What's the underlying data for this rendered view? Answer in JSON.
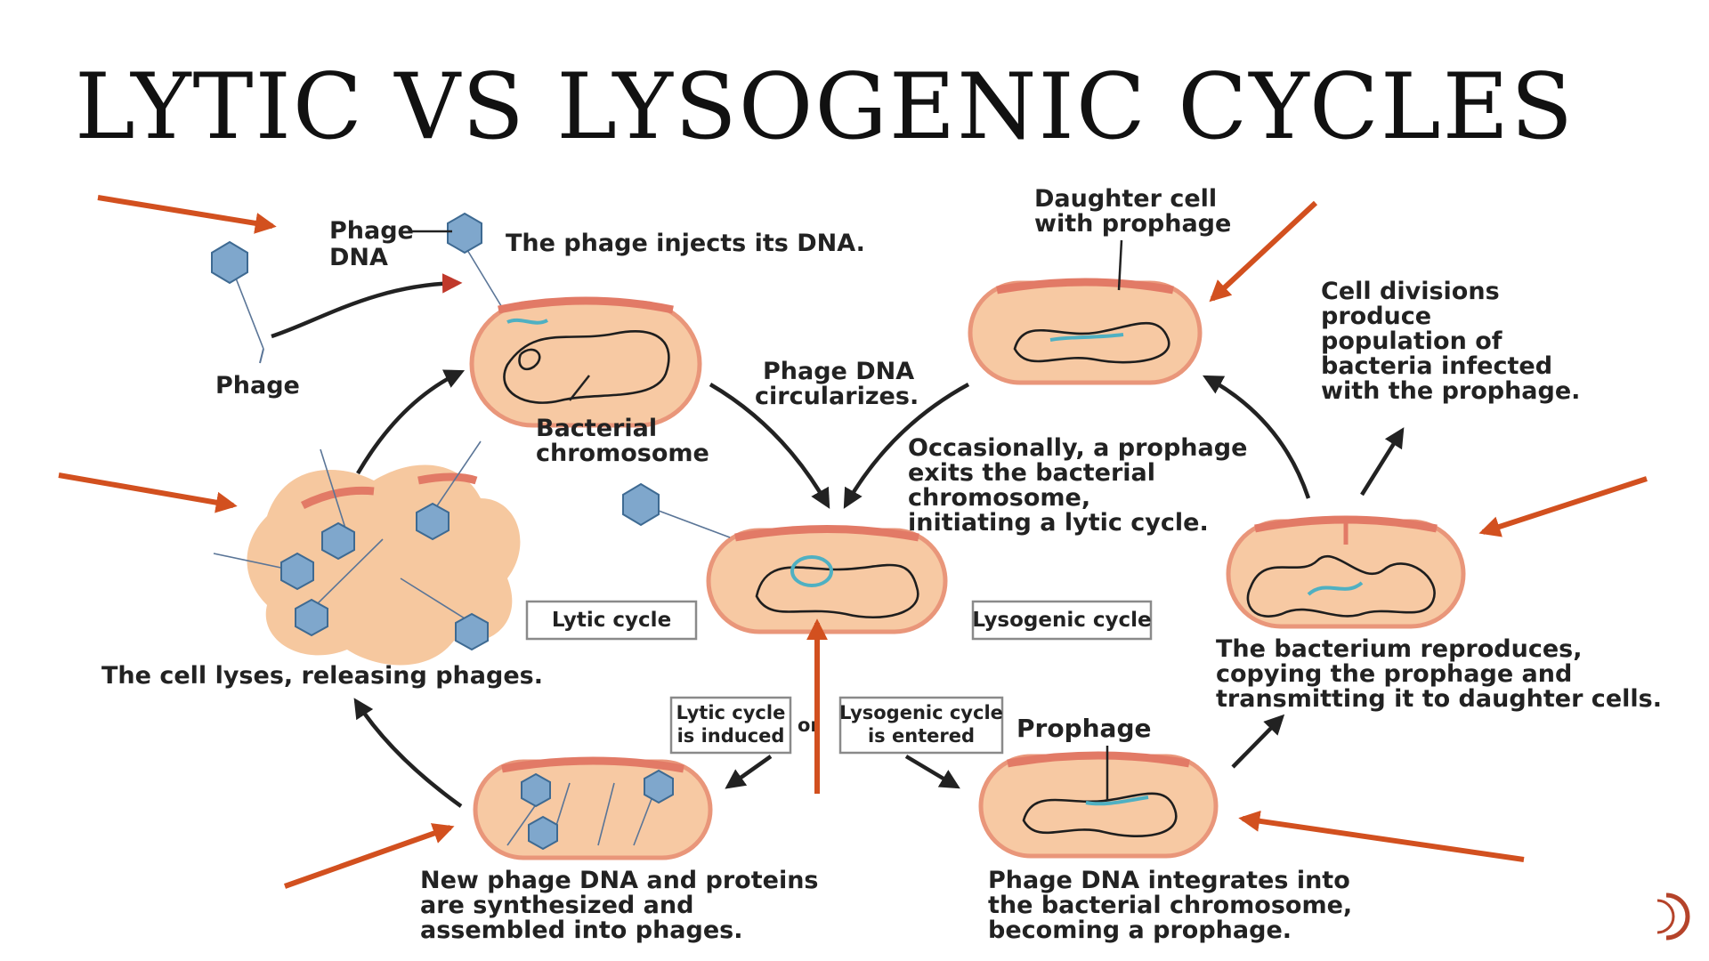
{
  "title": "LYTIC VS LYSOGENIC CYCLES",
  "labels": {
    "phage_dna_top": "Phage",
    "phage_dna_bottom": "DNA",
    "phage": "Phage",
    "injects": "The phage injects its DNA.",
    "bacterial_1": "Bacterial",
    "bacterial_2": "chromosome",
    "circularizes_1": "Phage DNA",
    "circularizes_2": "circularizes.",
    "daughter_1": "Daughter cell",
    "daughter_2": "with prophage",
    "divisions_1": "Cell divisions",
    "divisions_2": "produce",
    "divisions_3": "population of",
    "divisions_4": "bacteria infected",
    "divisions_5": "with the prophage.",
    "occasionally_1": "Occasionally, a prophage",
    "occasionally_2": "exits the bacterial",
    "occasionally_3": "chromosome,",
    "occasionally_4": "initiating a lytic cycle.",
    "lytic_cycle": "Lytic cycle",
    "lysogenic_cycle": "Lysogenic cycle",
    "lyses": "The cell lyses, releasing phages.",
    "reproduces_1": "The bacterium reproduces,",
    "reproduces_2": "copying the prophage and",
    "reproduces_3": "transmitting it to daughter cells.",
    "lytic_induced_1": "Lytic cycle",
    "lytic_induced_2": "is induced",
    "or": "or",
    "lysogenic_entered_1": "Lysogenic cycle",
    "lysogenic_entered_2": "is entered",
    "prophage": "Prophage",
    "new_phage_1": "New phage DNA and proteins",
    "new_phage_2": "are synthesized and",
    "new_phage_3": "assembled into phages.",
    "integrates_1": "Phage DNA integrates into",
    "integrates_2": "the bacterial chromosome,",
    "integrates_3": "becoming a prophage."
  },
  "colors": {
    "cell_fill": "#f7c9a3",
    "cell_rim": "#e27a66",
    "phage_dna": "#4fb0c2",
    "pointer_arrows": "#d2501f",
    "phage_capsid": "#7fa7cc"
  }
}
